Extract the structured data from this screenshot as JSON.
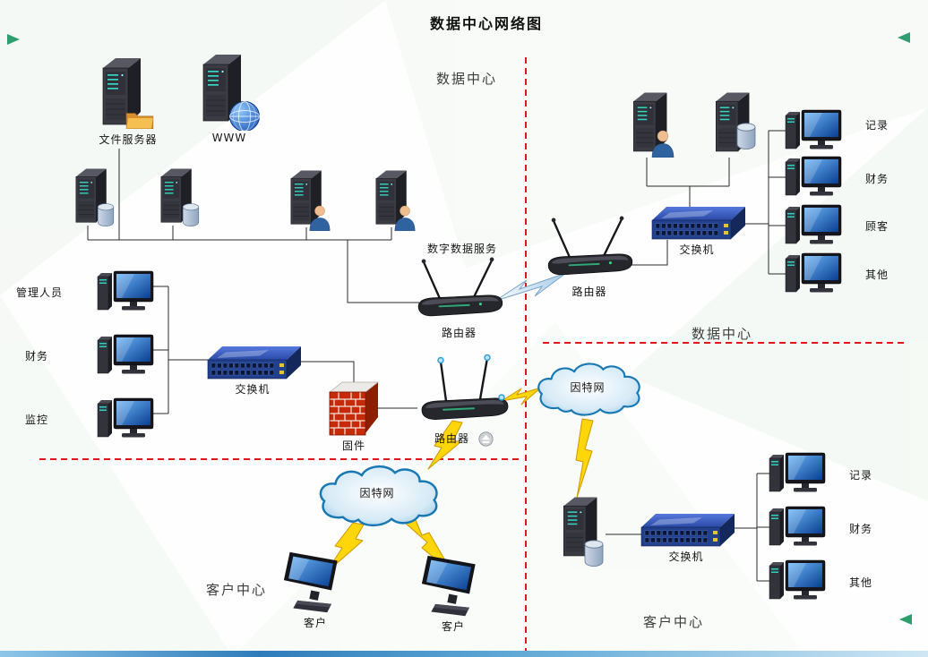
{
  "title": "数据中心网络图",
  "regions": {
    "datacenter_top": "数据中心",
    "datacenter_right": "数据中心",
    "customer_left": "客户中心",
    "customer_right": "客户中心"
  },
  "nodes": {
    "file_server": "文件服务器",
    "www_server": "WWW",
    "digital_data_service": "数字数据服务",
    "core_router": "路由器",
    "edge_router": "路由器",
    "right_router": "路由器",
    "left_switch": "交换机",
    "right_switch": "交换机",
    "bottom_switch": "交换机",
    "firewall": "固件",
    "admin_workstation": "管理人员",
    "finance_workstation": "财务",
    "monitoring_workstation": "监控",
    "internet_left": "因特网",
    "internet_right": "因特网",
    "client_1": "客户",
    "client_2": "客户",
    "top_right_pcs": {
      "records": "记录",
      "finance": "财务",
      "customers": "顾客",
      "others": "其他"
    },
    "bottom_right_pcs": {
      "records": "记录",
      "finance": "财务",
      "others": "其他"
    }
  },
  "icons": {
    "server": "server-tower-icon",
    "folder": "folder-icon",
    "globe": "globe-icon",
    "database": "database-cylinder-icon",
    "person": "person-icon",
    "switch": "network-switch-icon",
    "router": "wireless-router-icon",
    "firewall": "brick-wall-icon",
    "cloud": "cloud-icon",
    "lightning": "lightning-bolt-icon",
    "workstation": "desktop-computer-icon",
    "client_monitor": "monitor-icon",
    "signal_badge": "eject-circle-icon",
    "corner_marker": "green-arrow-icon"
  },
  "colors": {
    "divider_red": "#e01818",
    "switch_blue": "#2b4da8",
    "firewall_red": "#c52b06",
    "lightning_yellow": "#ffd60a",
    "cloud_blue": "#1878b4",
    "screen_blue": "#1565d8",
    "marker_green": "#2f9e6e",
    "background": "#fdfefd"
  }
}
